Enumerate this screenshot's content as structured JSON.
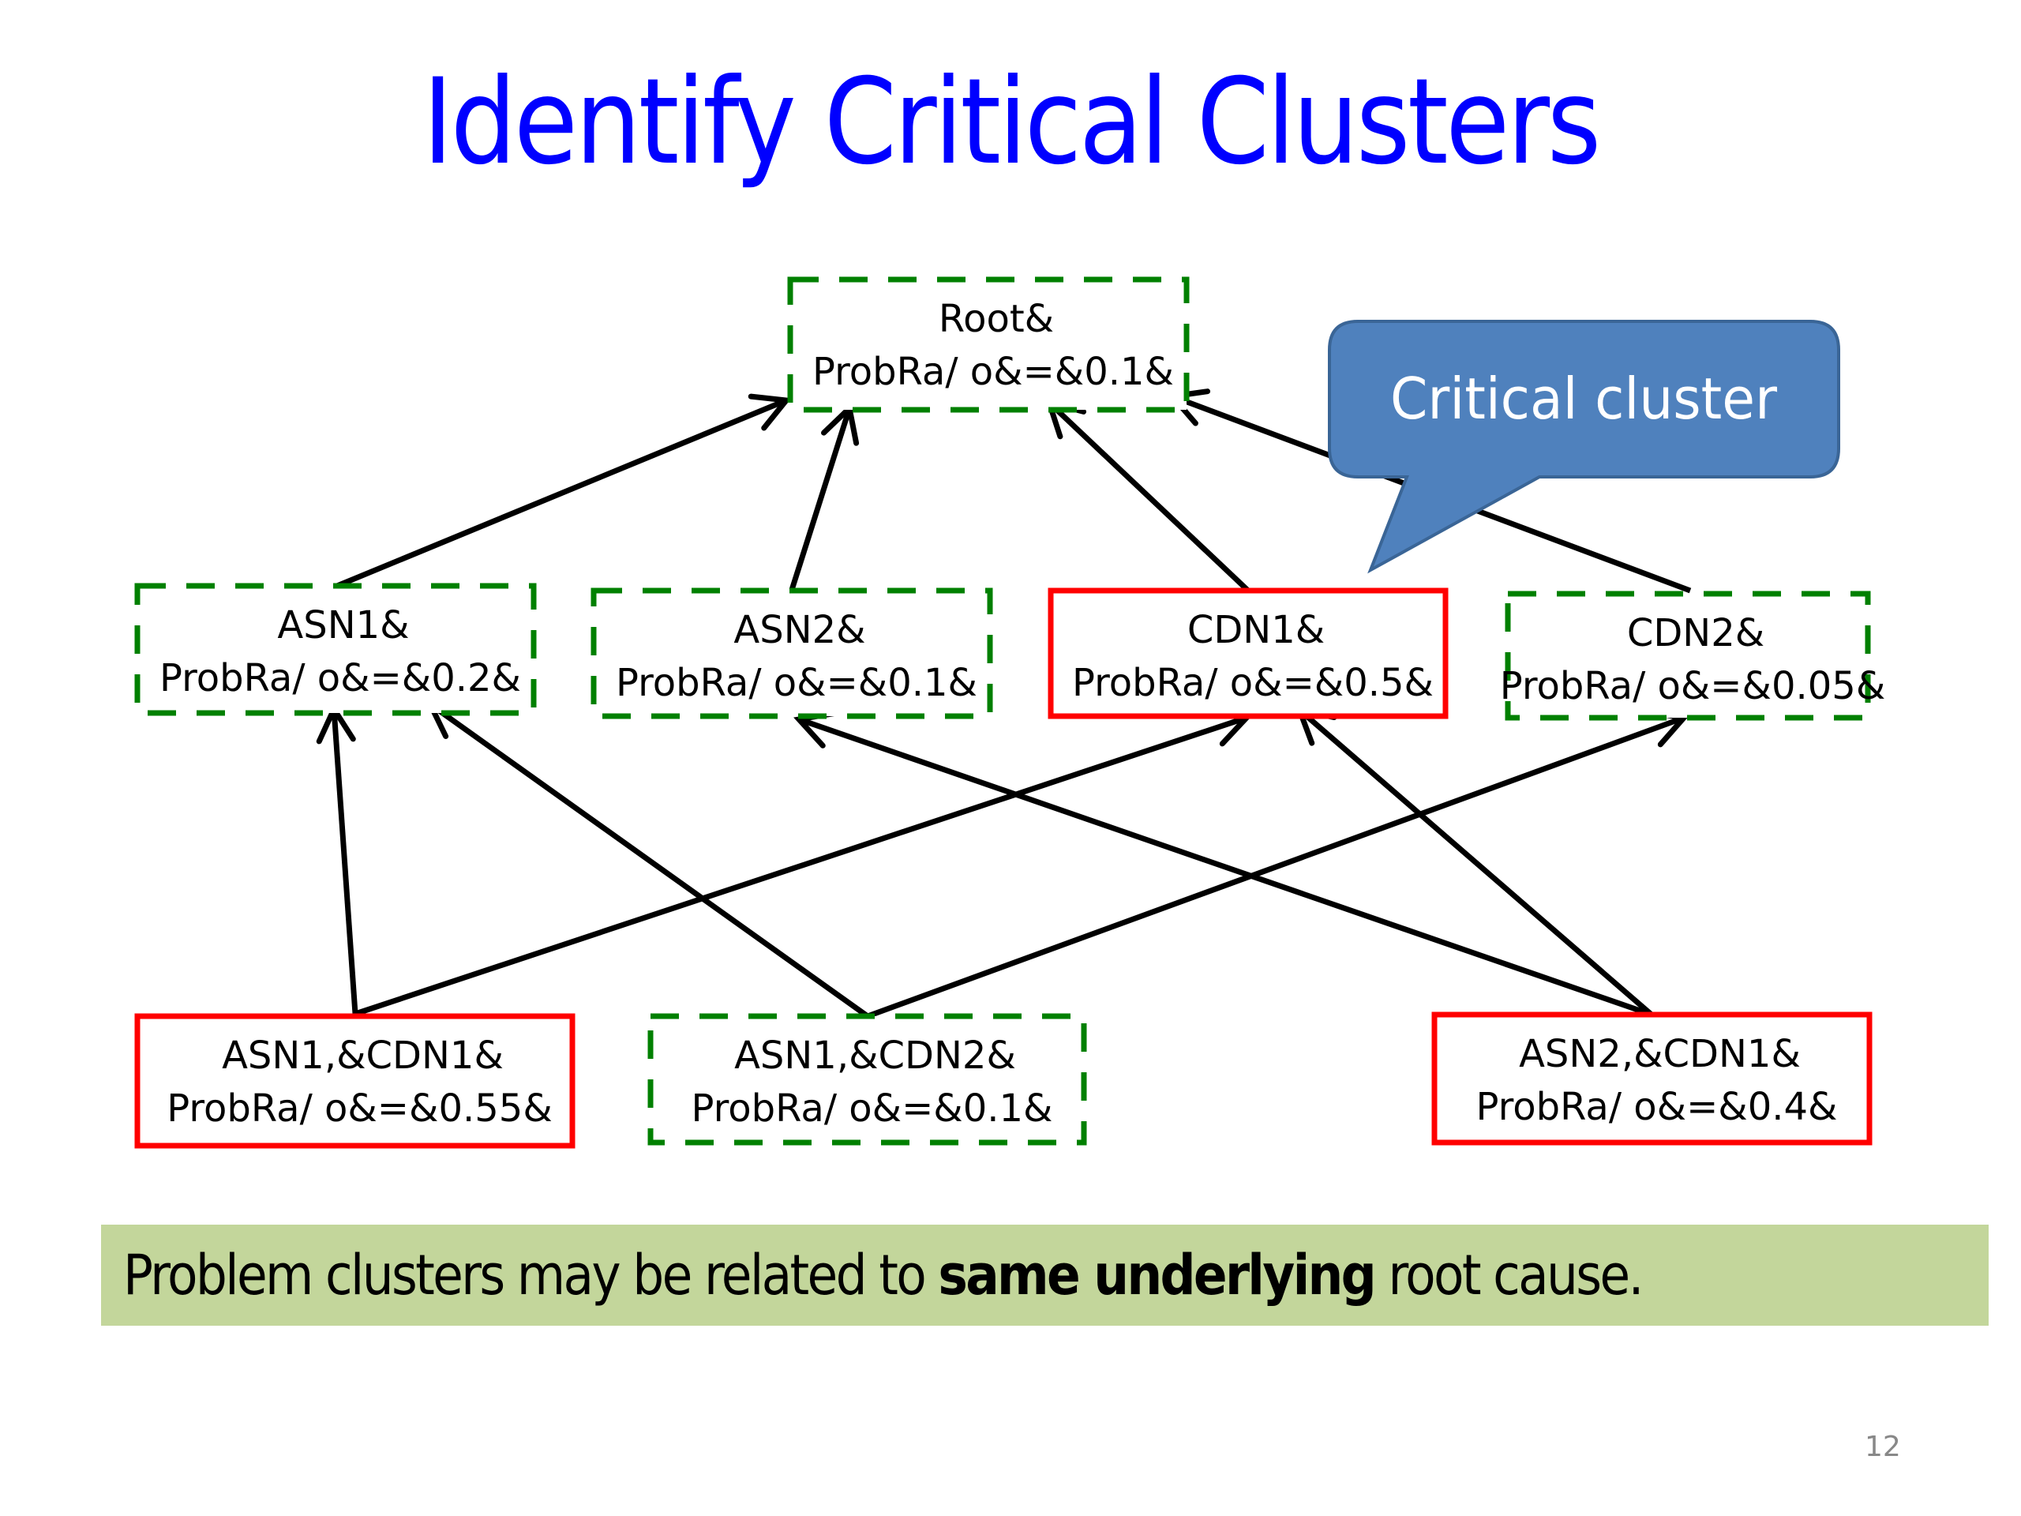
{
  "slide": {
    "title": "Identify Critical Clusters",
    "page_number": "12",
    "colors": {
      "title": "#0000FF",
      "normal_cluster_border": "#008000",
      "critical_cluster_border": "#FF0000",
      "edge": "#000000",
      "callout_fill": "#4F81BD",
      "callout_border": "#3A6596",
      "banner_fill": "#C3D69B"
    }
  },
  "diagram": {
    "nodes": [
      {
        "id": "root",
        "label": "Root&",
        "prob_text": "ProbRa/ o&=&0.1&",
        "style": "normal"
      },
      {
        "id": "asn1",
        "label": "ASN1&",
        "prob_text": "ProbRa/ o&=&0.2&",
        "style": "normal"
      },
      {
        "id": "asn2",
        "label": "ASN2&",
        "prob_text": "ProbRa/ o&=&0.1&",
        "style": "normal"
      },
      {
        "id": "cdn1",
        "label": "CDN1&",
        "prob_text": "ProbRa/ o&=&0.5&",
        "style": "critical"
      },
      {
        "id": "cdn2",
        "label": "CDN2&",
        "prob_text": "ProbRa/ o&=&0.05&",
        "style": "normal"
      },
      {
        "id": "asn1cdn1",
        "label": "ASN1,&CDN1&",
        "prob_text": "ProbRa/ o&=&0.55&",
        "style": "critical"
      },
      {
        "id": "asn1cdn2",
        "label": "ASN1,&CDN2&",
        "prob_text": "ProbRa/ o&=&0.1&",
        "style": "normal"
      },
      {
        "id": "asn2cdn1",
        "label": "ASN2,&CDN1&",
        "prob_text": "ProbRa/ o&=&0.4&",
        "style": "critical"
      }
    ],
    "edges": [
      {
        "from": "asn1",
        "to": "root"
      },
      {
        "from": "asn2",
        "to": "root"
      },
      {
        "from": "cdn1",
        "to": "root"
      },
      {
        "from": "cdn2",
        "to": "root"
      },
      {
        "from": "asn1cdn1",
        "to": "asn1"
      },
      {
        "from": "asn1cdn1",
        "to": "cdn1"
      },
      {
        "from": "asn1cdn2",
        "to": "asn1"
      },
      {
        "from": "asn1cdn2",
        "to": "cdn2"
      },
      {
        "from": "asn2cdn1",
        "to": "asn2"
      },
      {
        "from": "asn2cdn1",
        "to": "cdn1"
      }
    ],
    "callout": {
      "text": "Critical cluster",
      "points_to": "cdn1"
    }
  },
  "banner": {
    "text_before": "Problem clusters may be related to ",
    "text_bold": "same underlying",
    "text_after": " root cause."
  }
}
